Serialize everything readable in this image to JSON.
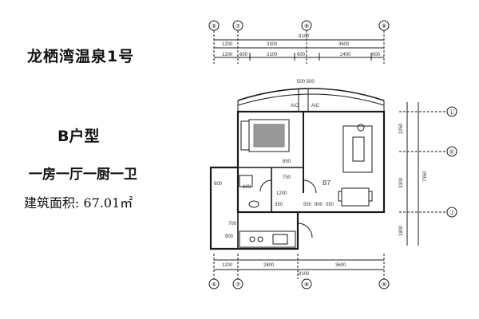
{
  "project_title": "龙栖湾温泉1号",
  "unit_type": "B户型",
  "layout_desc": "一房一厅一厨一卫",
  "building_area": "建筑面积: 67.01㎡",
  "grid_axes": {
    "top": [
      "⑤",
      "⑦",
      "⑧",
      "⑨"
    ],
    "bottom": [
      "⑤",
      "⑦",
      "⑧",
      "⑨"
    ],
    "right": [
      "Ⓛ",
      "Ⓚ",
      "Ⓙ"
    ]
  },
  "top_dims": {
    "total": "8100",
    "row1": [
      "1200",
      "3300",
      "3600"
    ],
    "row2": [
      "1200",
      "600",
      "2100",
      "600",
      "2400",
      "600"
    ]
  },
  "bottom_dims": {
    "row1": [
      "1200",
      "2800",
      "3600"
    ],
    "total": "8100"
  },
  "right_dims": {
    "inner": [
      "2250",
      "3300",
      "1800"
    ],
    "total": "7350"
  },
  "plan_labels": {
    "balcony_dims": "500 500",
    "ac1": "A/C",
    "ac2": "A/C",
    "room_tag": "B7",
    "inner_dims": [
      "850",
      "750",
      "550",
      "900",
      "550"
    ],
    "small_dims": [
      "350",
      "1200",
      "600",
      "600",
      "700",
      "900"
    ]
  },
  "colors": {
    "line": "#1a1a1a",
    "dim": "#333333"
  }
}
